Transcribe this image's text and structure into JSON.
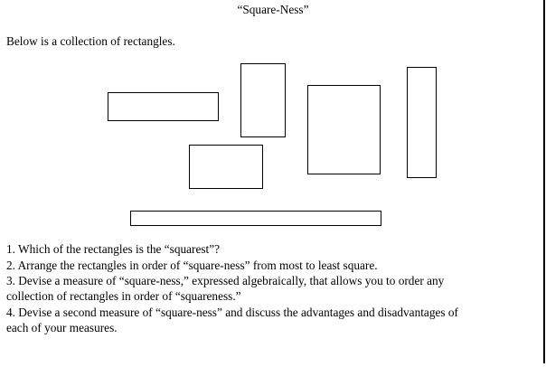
{
  "title": "“Square-Ness”",
  "intro": "Below is a collection of rectangles.",
  "rectangles_count": 6,
  "questions": [
    "1.  Which of the rectangles is the “squarest”?",
    "2.  Arrange the rectangles in order of “square-ness” from most to least square.",
    "3.  Devise a measure of “square-ness,” expressed algebraically, that allows you to order any",
    "collection of rectangles in order of “squareness.”",
    "4.  Devise a second measure of “square-ness” and discuss the advantages and disadvantages of",
    "each of your measures."
  ]
}
